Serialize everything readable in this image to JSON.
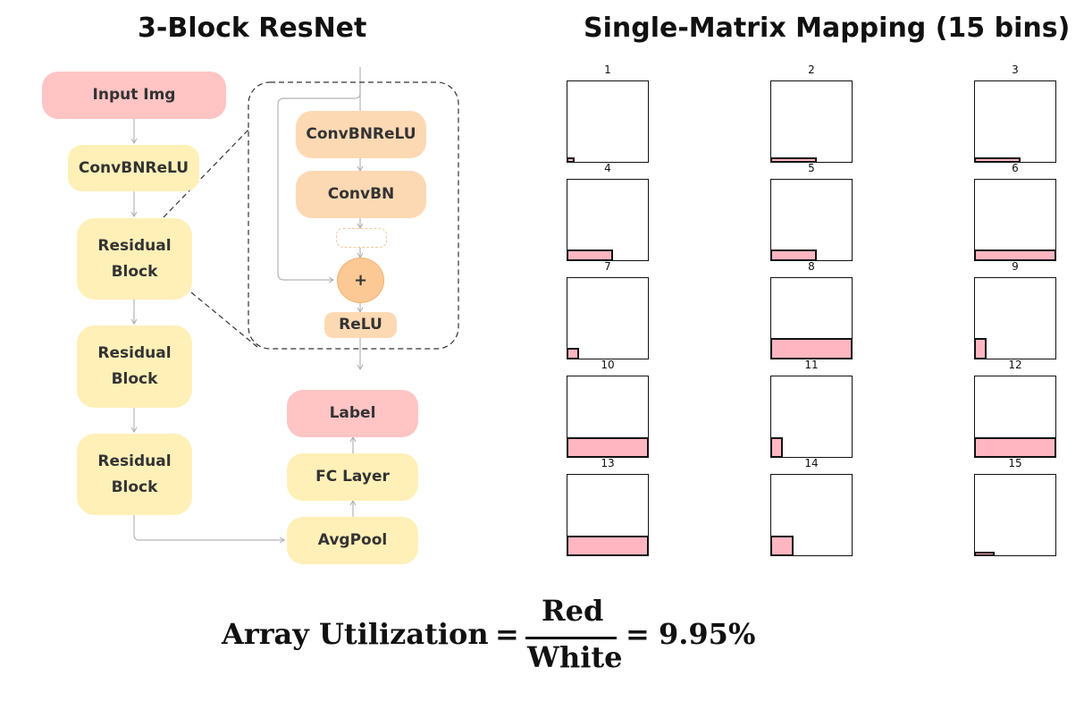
{
  "titles": {
    "left": "3-Block ResNet",
    "right": "Single-Matrix Mapping (15 bins)"
  },
  "resnet": {
    "input": "Input Img",
    "stem": "ConvBNReLU",
    "blocks": [
      "Residual Block",
      "Residual Block",
      "Residual Block"
    ],
    "block_detail": {
      "conv1": "ConvBNReLU",
      "conv2": "ConvBN",
      "add": "+",
      "relu": "ReLU"
    },
    "avgpool": "AvgPool",
    "fc": "FC Layer",
    "label": "Label"
  },
  "bins": [
    {
      "label": "1",
      "fill_w": 0.1,
      "fill_h": 0.07
    },
    {
      "label": "2",
      "fill_w": 0.57,
      "fill_h": 0.07
    },
    {
      "label": "3",
      "fill_w": 0.57,
      "fill_h": 0.07
    },
    {
      "label": "4",
      "fill_w": 0.57,
      "fill_h": 0.14
    },
    {
      "label": "5",
      "fill_w": 0.57,
      "fill_h": 0.14
    },
    {
      "label": "6",
      "fill_w": 1.0,
      "fill_h": 0.14
    },
    {
      "label": "7",
      "fill_w": 0.15,
      "fill_h": 0.14
    },
    {
      "label": "8",
      "fill_w": 1.0,
      "fill_h": 0.26
    },
    {
      "label": "9",
      "fill_w": 0.15,
      "fill_h": 0.26
    },
    {
      "label": "10",
      "fill_w": 1.0,
      "fill_h": 0.25
    },
    {
      "label": "11",
      "fill_w": 0.15,
      "fill_h": 0.25
    },
    {
      "label": "12",
      "fill_w": 1.0,
      "fill_h": 0.25
    },
    {
      "label": "13",
      "fill_w": 1.0,
      "fill_h": 0.25
    },
    {
      "label": "14",
      "fill_w": 0.28,
      "fill_h": 0.25
    },
    {
      "label": "15",
      "fill_w": 0.25,
      "fill_h": 0.04
    }
  ],
  "formula": {
    "lhs": "Array Utilization",
    "eq": "=",
    "numerator": "Red",
    "denominator": "White",
    "eq2": "=",
    "value": "9.95%"
  }
}
